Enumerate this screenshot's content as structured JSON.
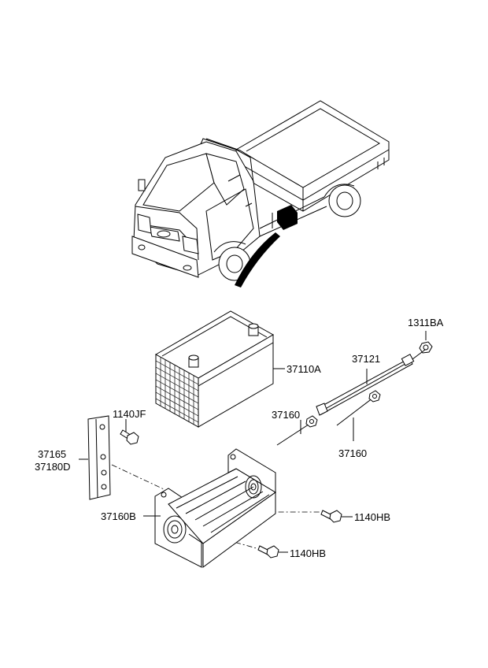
{
  "labels": {
    "battery": "37110A",
    "rod_assembly": "37121",
    "nut_top": "1311BA",
    "rod_left": "37160",
    "rod_right": "37160",
    "bolt_bracket": "1140JF",
    "bracket_a": "37165",
    "bracket_b": "37180D",
    "tray": "37160B",
    "bolt_tray_right": "1140HB",
    "bolt_tray_bottom": "1140HB"
  }
}
